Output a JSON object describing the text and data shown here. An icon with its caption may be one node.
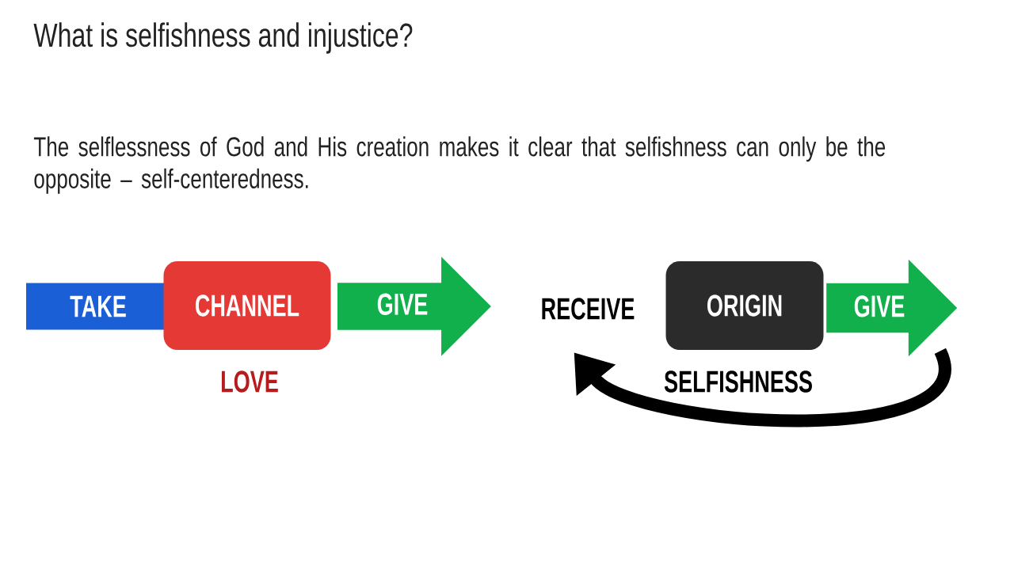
{
  "diagram": {
    "title": "What is selfishness and injustice?",
    "nodes": [
      {
        "text": [
          "TAKE"
        ]
      },
      {
        "text": [
          "CHANNEL"
        ],
        "beside": [
          "LOVE"
        ]
      },
      {
        "text": [
          "GIVE"
        ]
      },
      {
        "text": [
          "RECEIVE"
        ]
      },
      {
        "text": [
          "ORIGIN"
        ],
        "beside": [
          "SELFISHNESS"
        ]
      },
      {
        "text": [
          "GIVE"
        ]
      }
    ],
    "edges": [
      {
        "from": 5,
        "to": 3,
        "arrow": "to"
      }
    ],
    "labels": [
      "The selflessness of God and His creation makes it clear that selfishness can only be the opposite – self-centeredness."
    ]
  }
}
